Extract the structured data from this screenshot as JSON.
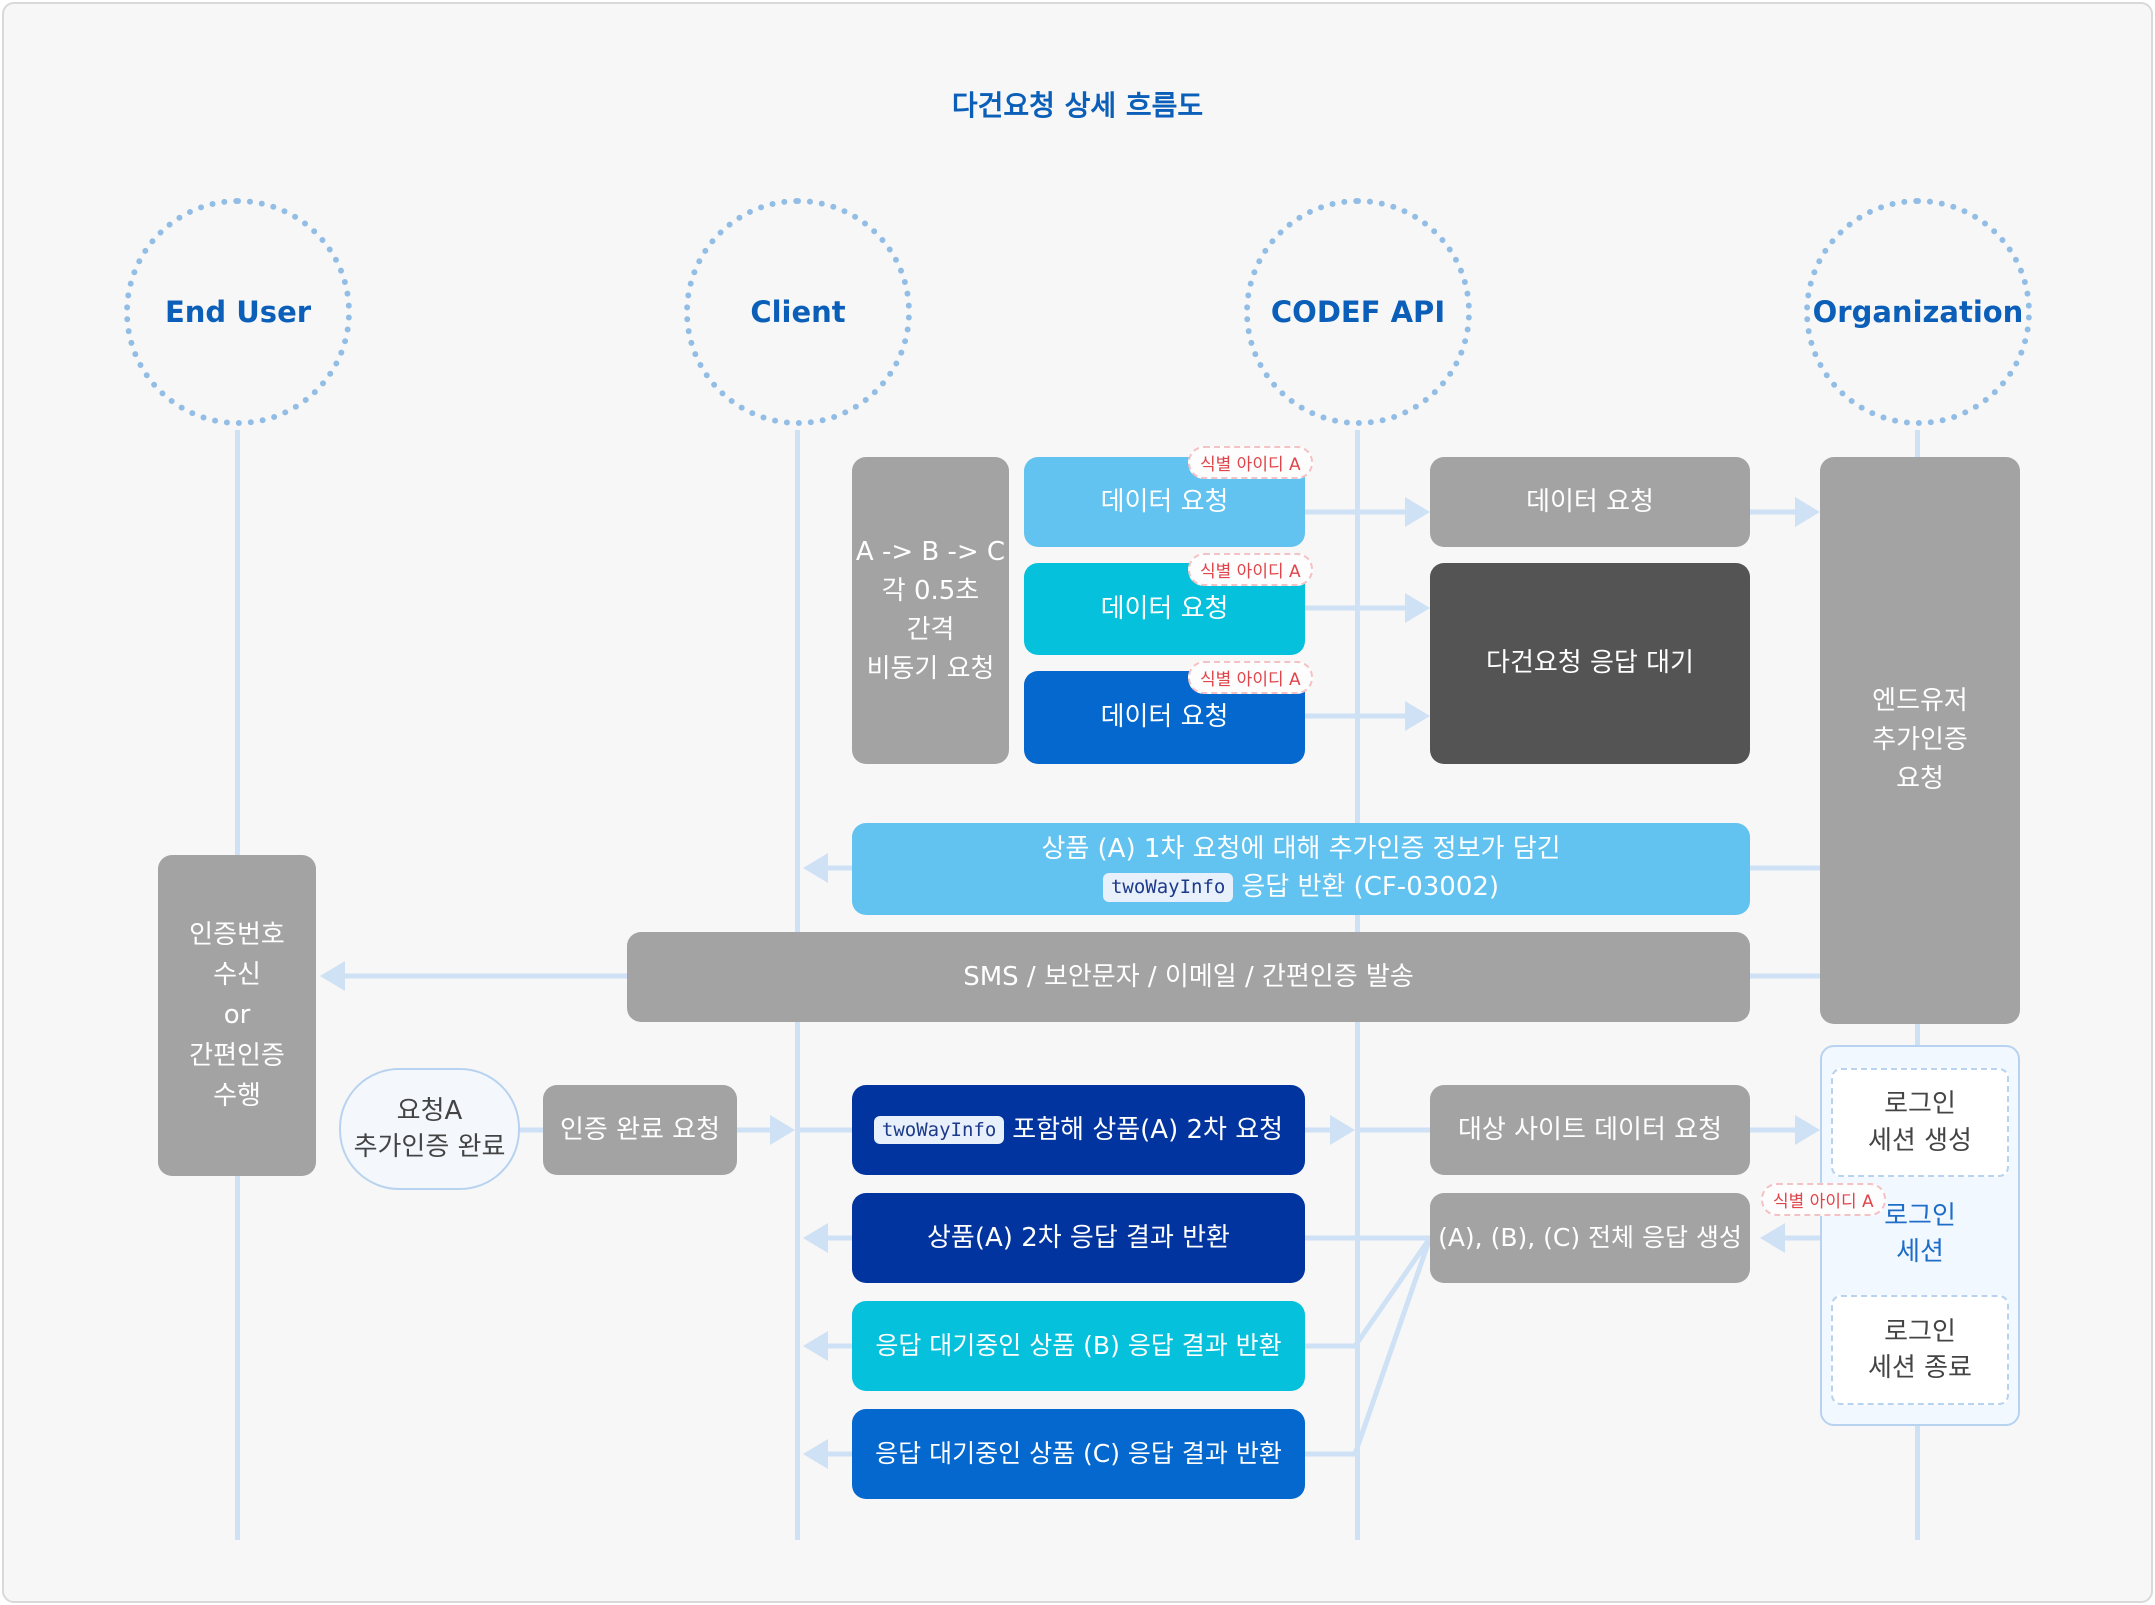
{
  "title": "다건요청 상세 흐름도",
  "lanes": [
    "End User",
    "Client",
    "CODEF API",
    "Organization"
  ],
  "client_async": [
    "A -> B -> C",
    "각 0.5초",
    "간격",
    "비동기 요청"
  ],
  "data_request": "데이터 요청",
  "badge": "식별 아이디 A",
  "api_data_request": "데이터 요청",
  "api_wait": "다건요청 응답 대기",
  "org_request": [
    "엔드유저",
    "추가인증",
    "요청"
  ],
  "twoway_response": {
    "line1": "상품 (A) 1차 요청에 대해 추가인증 정보가 담긴",
    "chip": "twoWayInfo",
    "line2": "응답 반환 (CF-03002)"
  },
  "sms": "SMS / 보안문자 / 이메일 / 간편인증 발송",
  "enduser_box": [
    "인증번호",
    "수신",
    "or",
    "간편인증",
    "수행"
  ],
  "request_done_pill": [
    "요청A",
    "추가인증 완료"
  ],
  "auth_done_request": "인증 완료 요청",
  "second_request": {
    "chip": "twoWayInfo",
    "text": "포함해 상품(A) 2차 요청"
  },
  "target_site_request": "대상 사이트 데이터 요청",
  "login_session_create": [
    "로그인",
    "세션 생성"
  ],
  "login_session": [
    "로그인",
    "세션"
  ],
  "login_session_end": [
    "로그인",
    "세션 종료"
  ],
  "return_a": "상품(A) 2차 응답 결과 반환",
  "generate_all": "(A), (B), (C) 전체 응답 생성",
  "return_b": "응답 대기중인 상품 (B)  응답 결과 반환",
  "return_c": "응답 대기중인 상품 (C) 응답 결과 반환",
  "colors": {
    "gray": "#a3a3a3",
    "dark": "#545454",
    "sky": "#62c3f0",
    "cyan": "#06c1dc",
    "blue": "#0468cf",
    "navy": "#0234a0",
    "title": "#0b5fb8",
    "connector": "#cfe1f4"
  }
}
